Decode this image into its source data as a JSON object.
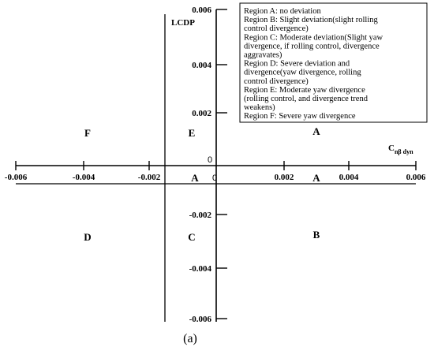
{
  "axes": {
    "x_label": "C",
    "x_label_sub": "nβ dyn",
    "y_label": "LCDP",
    "x_ticks": [
      "-0.006",
      "-0.004",
      "-0.002",
      "0.002",
      "0.004",
      "0.006"
    ],
    "y_ticks": [
      "0.006",
      "0.004",
      "0.002",
      "-0.002",
      "-0.004",
      "-0.006"
    ],
    "origin_upper": "0",
    "origin_lower": "0"
  },
  "regions": {
    "F": "F",
    "E": "E",
    "A_top": "A",
    "A_left": "A",
    "A_right": "A",
    "D": "D",
    "C": "C",
    "B": "B"
  },
  "legend": {
    "lines": [
      "Region A: no deviation",
      "Region B: Slight deviation(slight rolling",
      "control divergence)",
      "Region C: Moderate deviation(Slight yaw",
      "divergence, if rolling control, divergence",
      "aggravates)",
      "Region D: Severe deviation and",
      "divergence(yaw divergence, rolling",
      "control divergence)",
      "Region E: Moderate yaw divergence",
      "(rolling control, and divergence trend",
      "weakens)",
      "Region F: Severe yaw divergence"
    ]
  },
  "caption": "(a)"
}
